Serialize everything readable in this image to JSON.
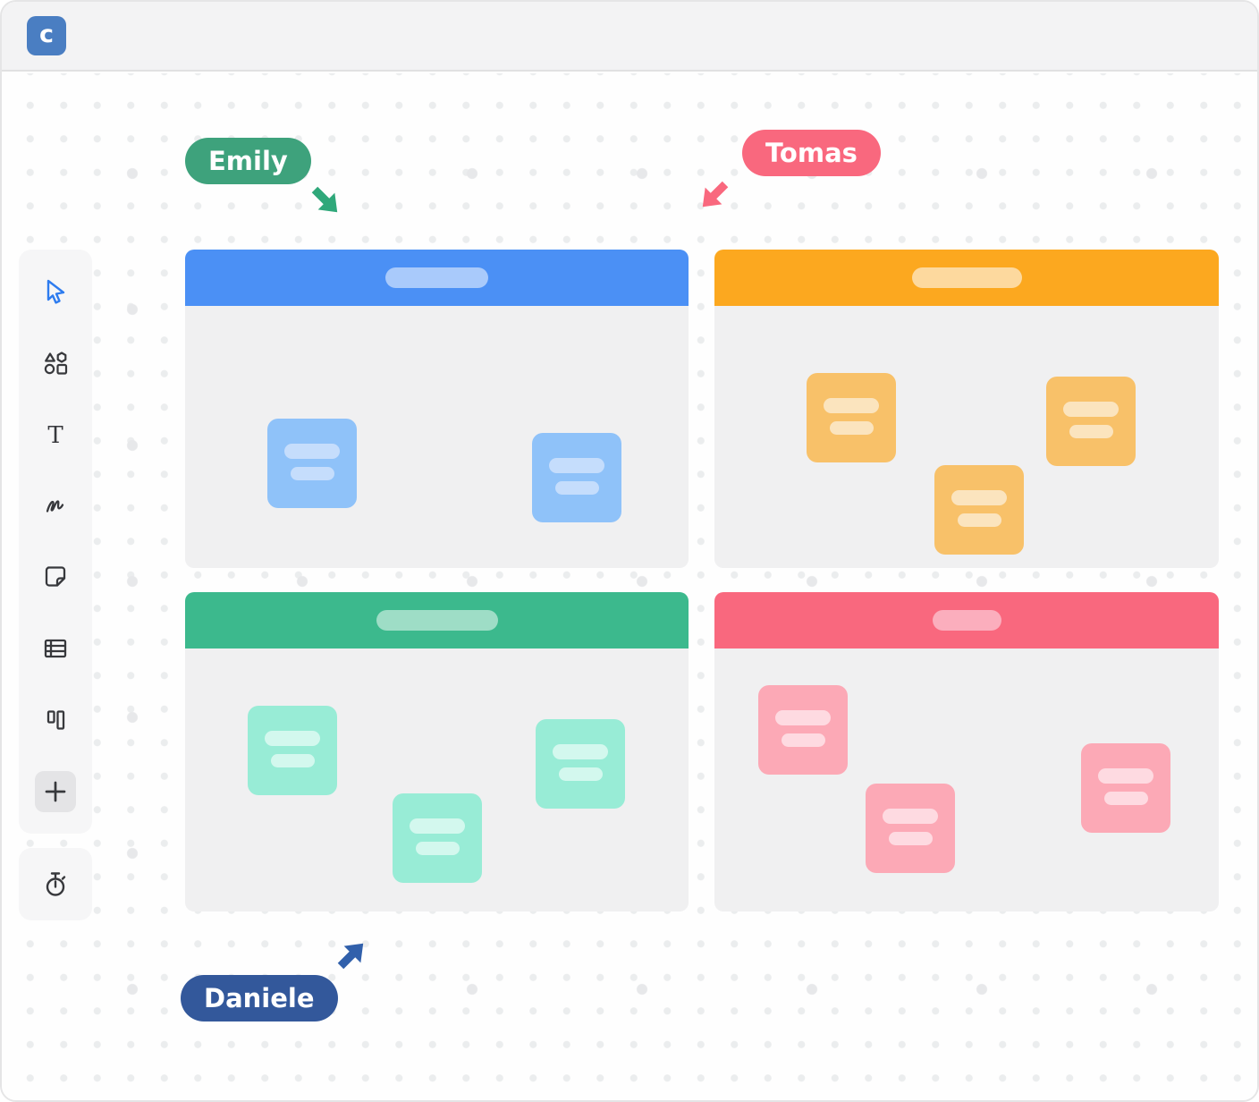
{
  "app": {
    "logo_letter": "c",
    "logo_color": "#4a7ec2"
  },
  "toolbar": {
    "tools": [
      {
        "label": "select",
        "icon": "cursor-icon",
        "active": true
      },
      {
        "label": "shapes",
        "icon": "shapes-icon",
        "active": false
      },
      {
        "label": "text",
        "icon": "text-icon",
        "active": false
      },
      {
        "label": "pen",
        "icon": "pen-icon",
        "active": false
      },
      {
        "label": "sticky-note",
        "icon": "sticky-note-icon",
        "active": false
      },
      {
        "label": "table",
        "icon": "table-icon",
        "active": false
      },
      {
        "label": "kanban",
        "icon": "kanban-icon",
        "active": false
      },
      {
        "label": "add",
        "icon": "plus-icon",
        "active": false
      }
    ],
    "timer": {
      "label": "timer",
      "icon": "stopwatch-icon"
    }
  },
  "collaborators": [
    {
      "name": "Emily",
      "pill_color": "#3ea27c",
      "arrow_color": "#2fa87a",
      "arrow_direction": "down-right"
    },
    {
      "name": "Tomas",
      "pill_color": "#f9687e",
      "arrow_color": "#f9687e",
      "arrow_direction": "down-left"
    },
    {
      "name": "Daniele",
      "pill_color": "#33589b",
      "arrow_color": "#3160ab",
      "arrow_direction": "up-right"
    }
  ],
  "frames": [
    {
      "name": "frame-blue",
      "header_color": "#4b90f5",
      "title_pill_color": "#a9cafb",
      "note_color": "#8fc2f9",
      "note_line_color": "#c5ddfc",
      "note_count": 2
    },
    {
      "name": "frame-orange",
      "header_color": "#fca81f",
      "title_pill_color": "#fdd99e",
      "note_color": "#f8c169",
      "note_line_color": "#fbe4be",
      "note_count": 3
    },
    {
      "name": "frame-green",
      "header_color": "#3cb98d",
      "title_pill_color": "#9eddc6",
      "note_color": "#98ecd6",
      "note_line_color": "#d3f8ee",
      "note_count": 3
    },
    {
      "name": "frame-pink",
      "header_color": "#f9687e",
      "title_pill_color": "#fbaebd",
      "note_color": "#fca9b6",
      "note_line_color": "#fedae1",
      "note_count": 3
    }
  ]
}
